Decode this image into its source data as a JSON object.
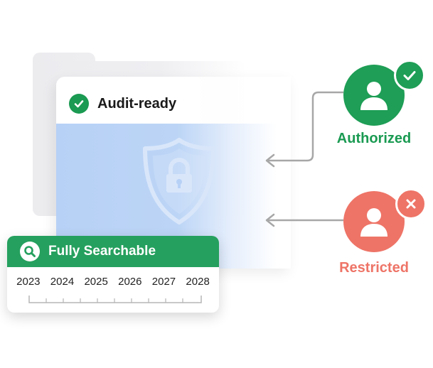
{
  "document": {
    "status_label": "Audit-ready"
  },
  "search": {
    "label": "Fully Searchable",
    "years": [
      "2023",
      "2024",
      "2025",
      "2026",
      "2027",
      "2028"
    ]
  },
  "access": {
    "authorized_label": "Authorized",
    "restricted_label": "Restricted"
  },
  "colors": {
    "green": "#1e9e56",
    "red": "#ee7467",
    "blue_panel": "#b7d1f6"
  }
}
